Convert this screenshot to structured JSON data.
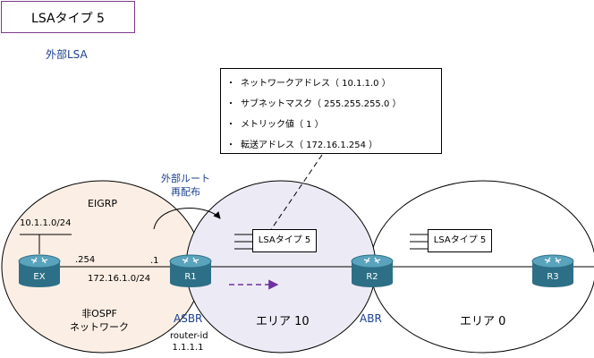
{
  "title": "LSAタイプ 5",
  "subtitle": "外部LSA",
  "info": {
    "bullet": "・",
    "lines": [
      "ネットワークアドレス（ 10.1.1.0 ）",
      "サブネットマスク（ 255.255.255.0 ）",
      "メトリック値（ 1 ）",
      "転送アドレス（ 172.16.1.254 ）"
    ]
  },
  "redistribute_label": [
    "外部ルート",
    "再配布"
  ],
  "eigrp": {
    "label": "EIGRP",
    "network_top": "10.1.1.0/24",
    "ex_ip": ".254",
    "r1_ip": ".1",
    "link_net": "172.16.1.0/24",
    "non_ospf": [
      "非OSPF",
      "ネットワーク"
    ]
  },
  "lsa_boxes": [
    "LSAタイプ 5",
    "LSAタイプ 5"
  ],
  "routers": {
    "ex": "EX",
    "r1": "R1",
    "r2": "R2",
    "r3": "R3"
  },
  "roles": {
    "asbr": "ASBR",
    "abr": "ABR",
    "router_id_label": "router-id",
    "router_id_value": "1.1.1.1"
  },
  "areas": {
    "area10": "エリア 10",
    "area0": "エリア 0"
  },
  "colors": {
    "eigrp_fill": "#fbeee4",
    "area10_fill": "#ecebf5",
    "area0_fill": "#ffffff",
    "router_body": "#2d6f86",
    "router_top": "#5aa3bd",
    "title_border": "#7a3a8a",
    "arrow": "#7030a0",
    "subtitle_text": "#1a3f8f",
    "role_text": "#1a3f8f"
  }
}
